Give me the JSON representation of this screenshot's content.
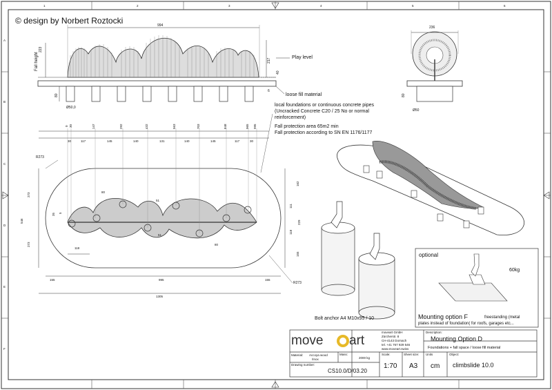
{
  "copyright": "© design by Norbert Roztocki",
  "grid": {
    "cols_top": [
      "1",
      "2",
      "3",
      "4",
      "5",
      "6"
    ],
    "rows_left": [
      "A",
      "B",
      "C",
      "D",
      "E",
      "F"
    ]
  },
  "elevation": {
    "width": "994",
    "height_left": "223",
    "height_right": "217",
    "fall_height": "Fall height",
    "play_level": "Play level",
    "dim_40": "40",
    "dim_6": "6",
    "dim_80": "80",
    "loose_fill": "loose fill material",
    "pole_dia": "Ø50,0"
  },
  "side_view": {
    "width": "236",
    "dim_80": "80",
    "pole_dia": "Ø50"
  },
  "notes": {
    "foundations": "local foundations or continuous concrete pipes",
    "concrete": "(Uncracked Concrete C20 / 25 No or normal",
    "reinforcement": "reinforcement)",
    "fall_area": "Fall protection area 65m2 min",
    "fall_standard": "Fall protection according to SN EN 1176/1177"
  },
  "plan": {
    "top_dims": [
      "0",
      "30",
      "147",
      "292",
      "432",
      "563",
      "703",
      "848",
      "965",
      "995"
    ],
    "spacing_dims": [
      "30",
      "117",
      "145",
      "140",
      "131",
      "140",
      "145",
      "117",
      "30"
    ],
    "radius": "R273",
    "radius_br": "R273",
    "left_dims": [
      "273",
      "546",
      "273"
    ],
    "right_dims": [
      "162",
      "111",
      "229",
      "118",
      "155"
    ],
    "small_35": "35",
    "small_5": "5",
    "dim_80a": "80",
    "dim_80b": "80",
    "dim_51a": "51",
    "dim_51b": "51",
    "dim_118": "118",
    "bottom_dims": [
      "155",
      "995",
      "155"
    ],
    "total": "1305"
  },
  "anchor": {
    "label": "Bolt anchor A4 M10x95 / 10"
  },
  "optional": {
    "title": "optional",
    "weight": "60kg",
    "mounting": "Mounting option F",
    "mounting_sub": "freestanding (metal",
    "mounting_sub2": "plates instead of foundation( for roofs, garages etc..."
  },
  "title_block": {
    "brand": "move",
    "brand2": "art",
    "company": [
      "moveart GmbH",
      "Zürcherstr. 8",
      "CH-4143 Dornach",
      "tel. +41 767 929 546",
      "www.moveart.swiss"
    ],
    "material_label": "Material:",
    "material_value": "Accoya wood",
    "material_value2": "/Inox",
    "mass_label": "Mass:",
    "mass_value": "2000 kg",
    "drawing_number_label": "Drawing number:",
    "drawing_number": "CS10.0/D/03.20",
    "scale_label": "Scale:",
    "scale": "1:70",
    "sheet_size_label": "Sheet size:",
    "sheet_size": "A3",
    "units_label": "Units",
    "units": "cm",
    "description_label": "Description:",
    "description": "Mounting Option D",
    "description2": "Foundations + fall space / loose fill material",
    "object_label": "Object:",
    "object": "climbslide 10.0"
  }
}
